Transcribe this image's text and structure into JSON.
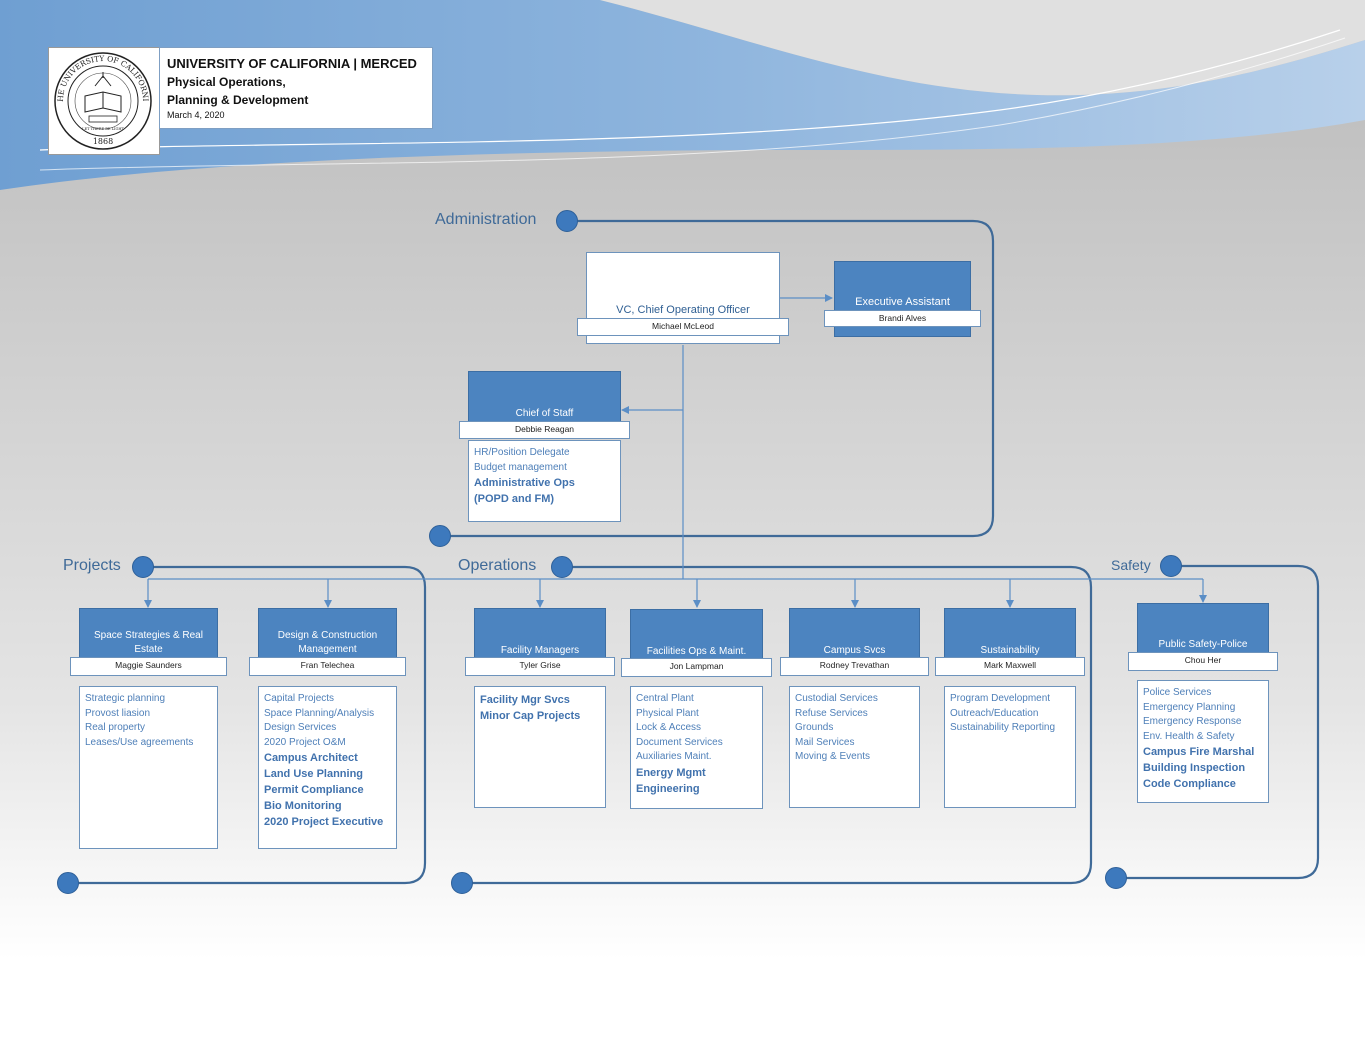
{
  "header": {
    "university": "UNIVERSITY OF CALIFORNIA | MERCED",
    "dept_line1": "Physical Operations,",
    "dept_line2": "Planning & Development",
    "date": "March 4, 2020",
    "seal_text_top": "THE UNIVERSITY OF CALIFORNIA",
    "seal_year": "1868",
    "seal_motto": "LET THERE BE LIGHT"
  },
  "groups": {
    "administration": "Administration",
    "projects": "Projects",
    "operations": "Operations",
    "safety": "Safety"
  },
  "colors": {
    "accent": "#4c84c0",
    "line": "#3f6a98",
    "text_blue": "#4e7fb8"
  },
  "positions": {
    "coo": {
      "title": "VC, Chief Operating Officer",
      "name": "Michael McLeod"
    },
    "exec_assistant": {
      "title": "Executive Assistant",
      "name": "Brandi Alves"
    },
    "chief_of_staff": {
      "title": "Chief of Staff",
      "name": "Debbie Reagan",
      "duties": [
        "HR/Position Delegate",
        "Budget management"
      ],
      "duties_bold": [
        "Administrative Ops",
        "(POPD and FM)"
      ]
    },
    "space": {
      "title": "Space Strategies & Real Estate",
      "name": "Maggie Saunders",
      "duties": [
        "Strategic planning",
        "Provost liasion",
        "Real property",
        "Leases/Use agreements"
      ],
      "duties_bold": []
    },
    "design": {
      "title": "Design & Construction Management",
      "name": "Fran Telechea",
      "duties": [
        "Capital Projects",
        "Space Planning/Analysis",
        "Design Services",
        "2020 Project O&M"
      ],
      "duties_bold": [
        "Campus Architect",
        " Land Use Planning",
        " Permit Compliance",
        " Bio Monitoring",
        "2020 Project Executive"
      ]
    },
    "facility": {
      "title": "Facility Managers",
      "name": "Tyler Grise",
      "duties": [],
      "duties_bold": [
        "Facility Mgr Svcs",
        "Minor Cap Projects"
      ]
    },
    "facops": {
      "title": "Facilities Ops & Maint.",
      "name": "Jon Lampman",
      "duties": [
        "Central Plant",
        "Physical Plant",
        "Lock & Access",
        "Document Services",
        "Auxiliaries Maint."
      ],
      "duties_bold": [
        "Energy Mgmt",
        "Engineering"
      ]
    },
    "campus": {
      "title": "Campus Svcs",
      "name": "Rodney Trevathan",
      "duties": [
        "Custodial Services",
        "Refuse Services",
        "Grounds",
        "Mail Services",
        "Moving & Events"
      ],
      "duties_bold": []
    },
    "sustain": {
      "title": "Sustainability",
      "name": "Mark Maxwell",
      "duties": [
        "Program Development",
        "Outreach/Education",
        "Sustainability Reporting"
      ],
      "duties_bold": []
    },
    "police": {
      "title": "Public Safety-Police",
      "name": "Chou Her",
      "duties": [
        "Police Services",
        "Emergency Planning",
        "Emergency Response",
        "Env. Health & Safety"
      ],
      "duties_bold": [
        "Campus Fire Marshal",
        "Building Inspection",
        "Code Compliance"
      ]
    }
  }
}
